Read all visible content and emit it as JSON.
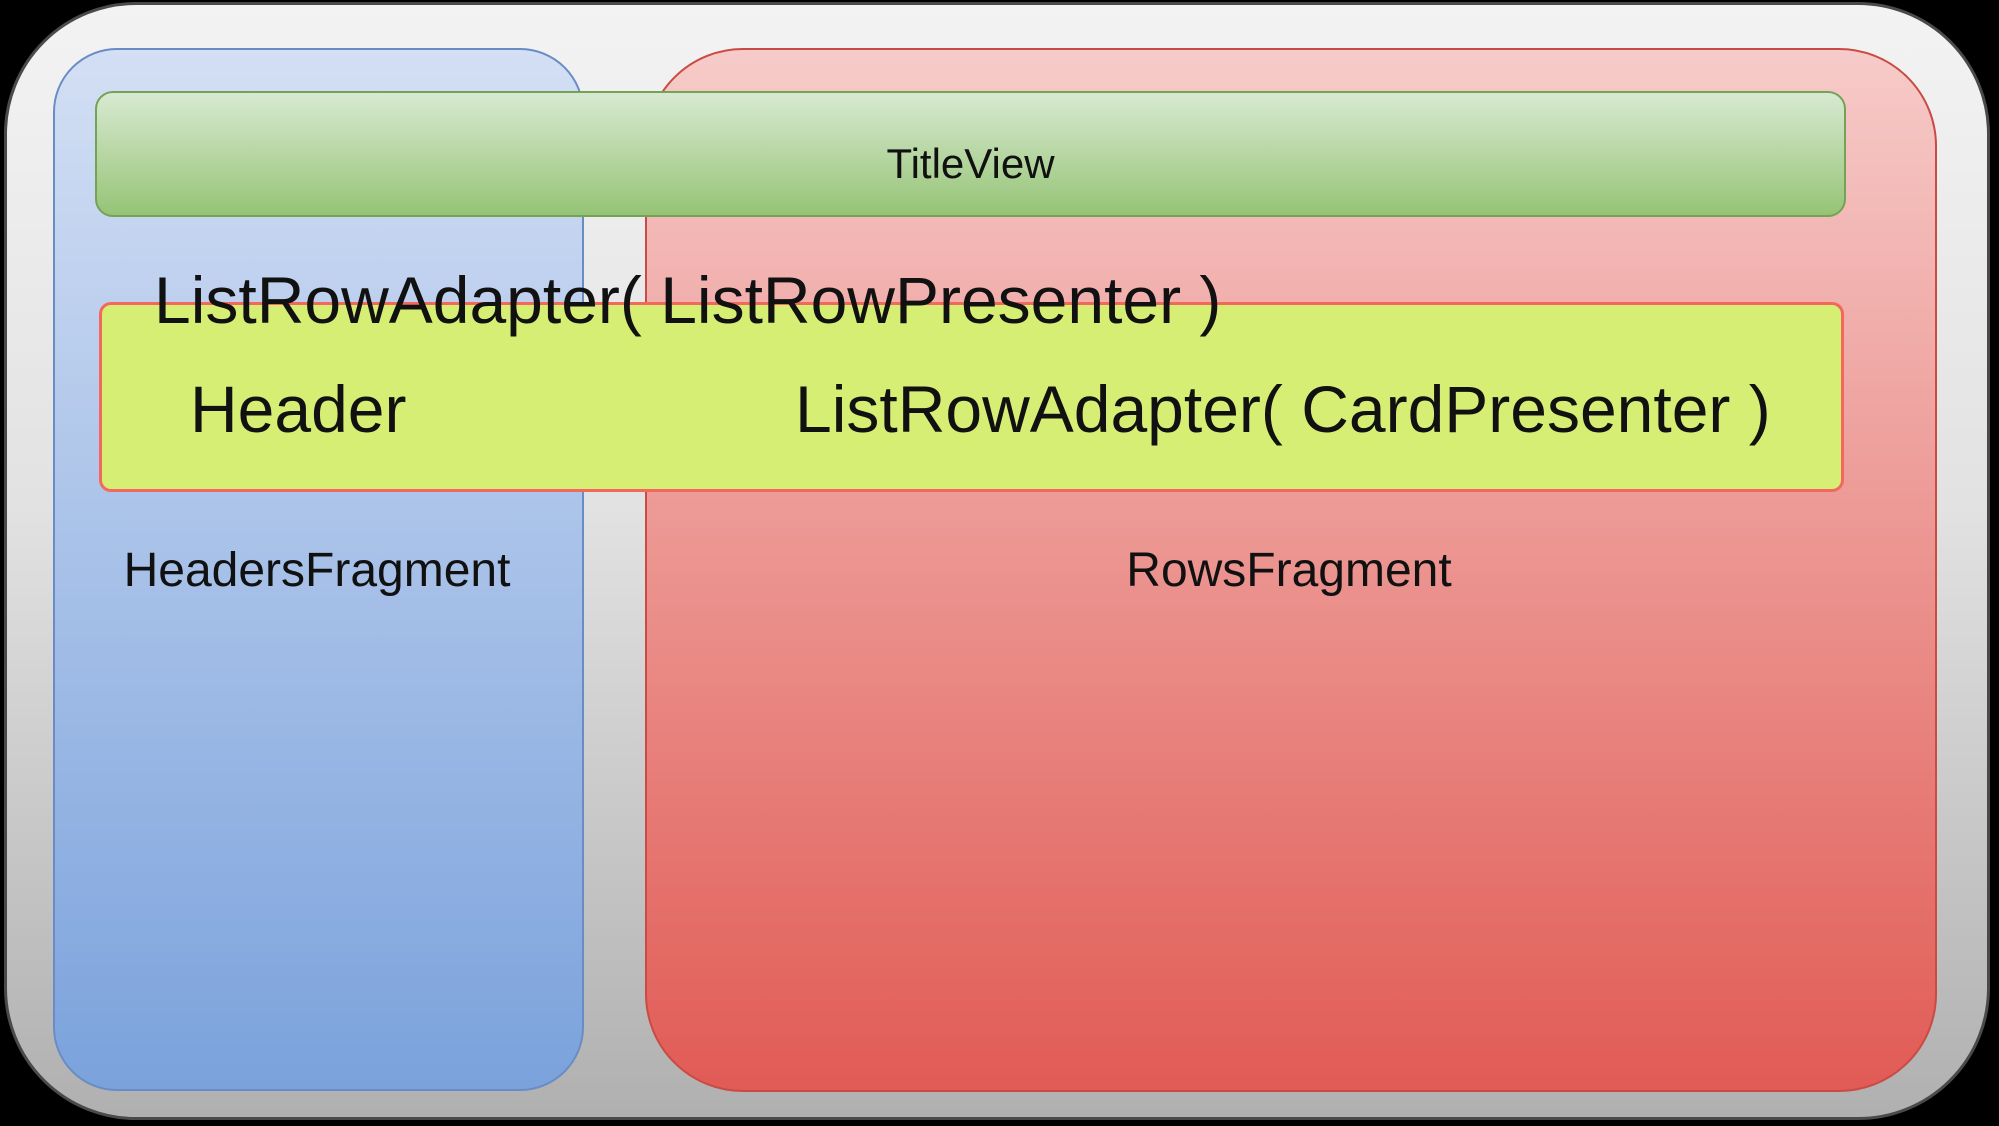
{
  "diagram": {
    "title_view": "TitleView",
    "list_row_presenter_text": "ListRowAdapter( ListRowPresenter )",
    "header_text": "Header",
    "card_presenter_text": "ListRowAdapter( CardPresenter )",
    "headers_fragment_label": "HeadersFragment",
    "rows_fragment_label": "RowsFragment",
    "colors": {
      "canvas_bg": "#000000",
      "container_top": "#f3f3f3",
      "container_bottom": "#b0b0b0",
      "container_border": "#4a4a4a",
      "blue_top": "#d3dff4",
      "blue_bottom": "#7ba2dc",
      "blue_border": "#6a8cc6",
      "red_top": "#f6cbc9",
      "red_bottom": "#e15b55",
      "red_border": "#c94b43",
      "green_top": "#d8e9d1",
      "green_bottom": "#96c476",
      "green_border": "#74a356",
      "yellow_fill": "#d7ee74",
      "yellow_border": "#f2685c",
      "text_color": "#111111"
    }
  }
}
